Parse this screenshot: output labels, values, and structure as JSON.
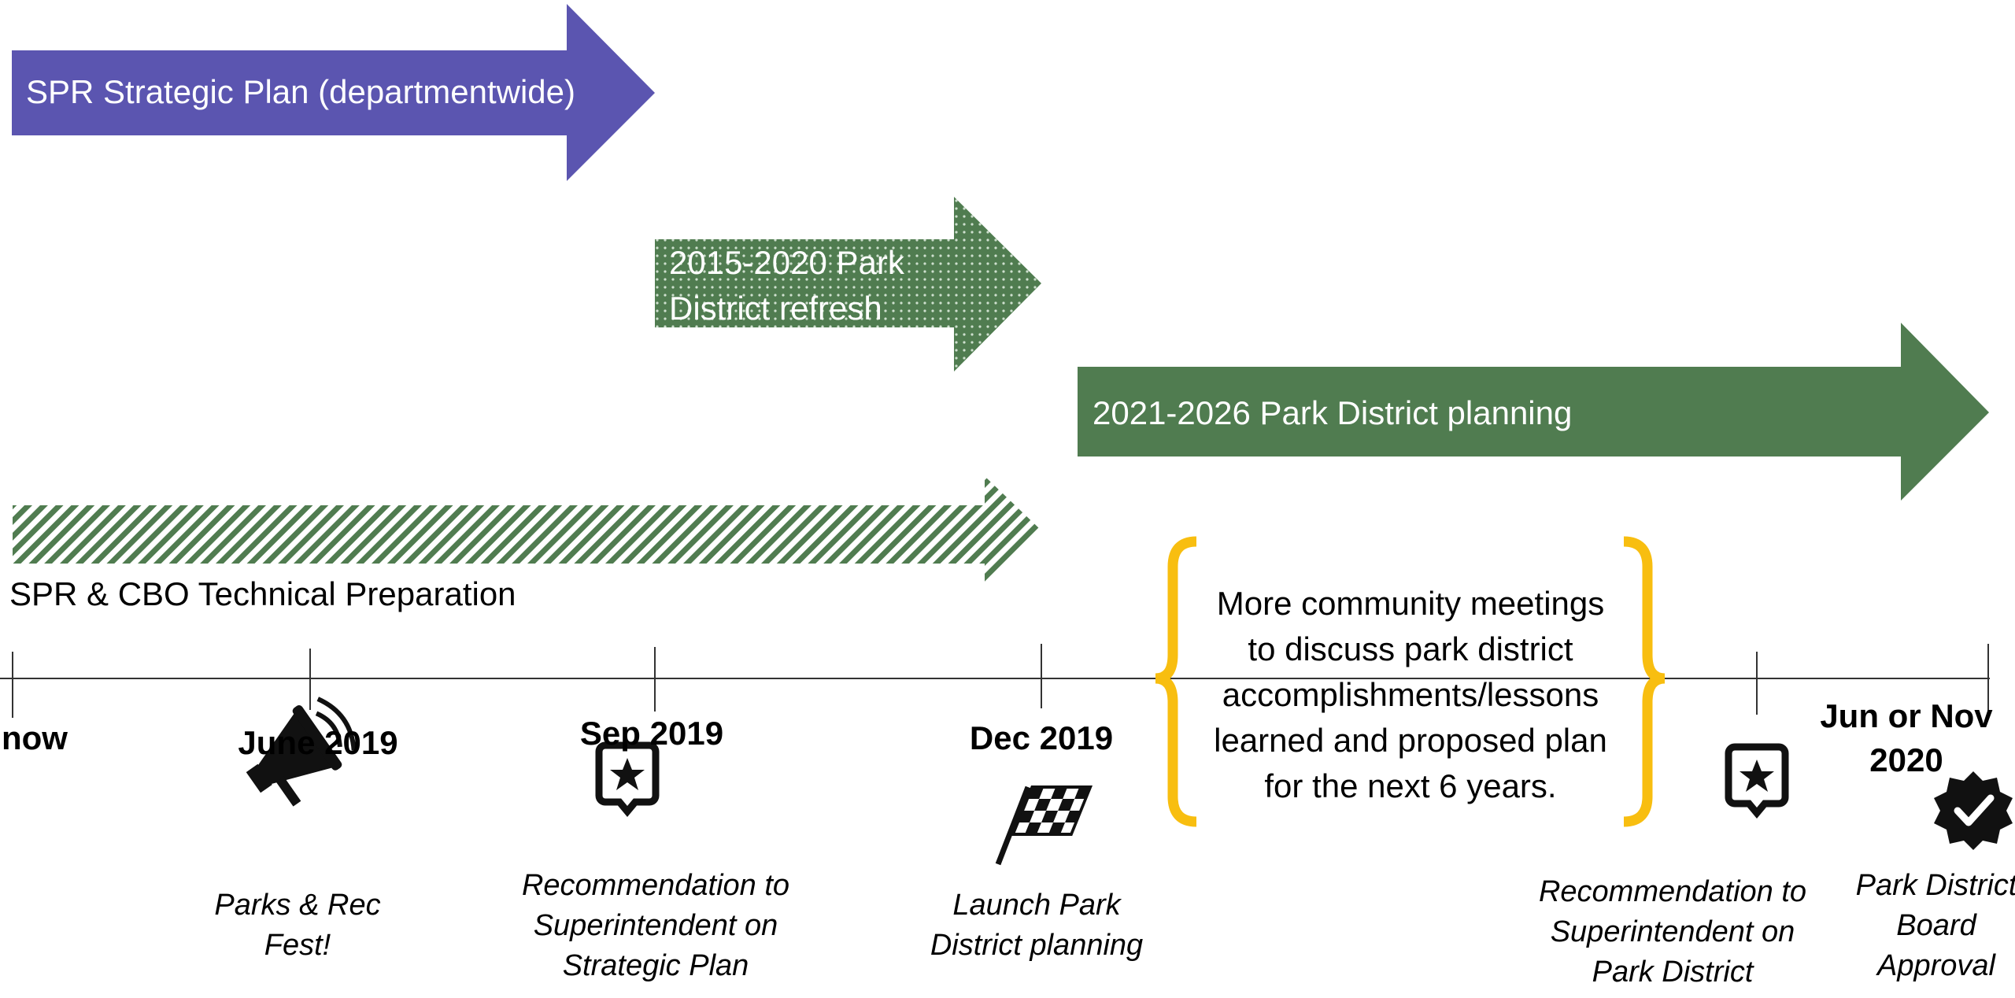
{
  "arrows": {
    "strategic": "SPR Strategic Plan (departmentwide)",
    "refresh_line1": "2015-2020 Park",
    "refresh_line2": "District refresh",
    "planning": "2021-2026 Park District planning",
    "technical": "SPR & CBO Technical Preparation"
  },
  "milestones": [
    {
      "date": "now",
      "caption": []
    },
    {
      "date": "June 2019",
      "icon": "megaphone-icon",
      "caption": [
        "Parks & Rec",
        "Fest!"
      ]
    },
    {
      "date": "Sep 2019",
      "icon": "star-badge-icon",
      "caption": [
        "Recommendation to",
        "Superintendent on",
        "Strategic Plan"
      ]
    },
    {
      "date": "Dec 2019",
      "icon": "checkered-flag-icon",
      "caption": [
        "Launch Park",
        "District planning"
      ]
    },
    {
      "date": "",
      "icon": "star-badge-icon",
      "caption": [
        "Recommendation to",
        "Superintendent on",
        "Park District"
      ]
    },
    {
      "date_lines": [
        "Jun or Nov",
        "2020"
      ],
      "icon": "verified-check-icon",
      "caption": [
        "Park District",
        "Board",
        "Approval"
      ]
    }
  ],
  "brace_note": [
    "More community meetings",
    "to discuss park district",
    "accomplishments/lessons",
    "learned and proposed plan",
    "for the next 6 years."
  ],
  "colors": {
    "purple": "#5b55b0",
    "green": "#507c50",
    "brace": "#f8be10"
  }
}
